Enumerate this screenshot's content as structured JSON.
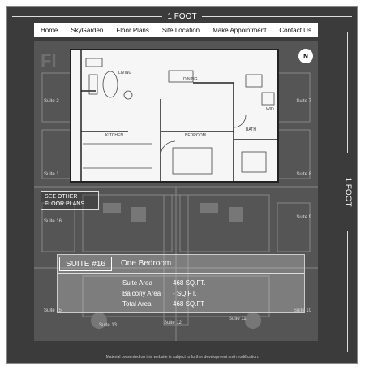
{
  "dimension_top": "1 FOOT",
  "dimension_right": "1 FOOT",
  "nav": {
    "items": [
      "Home",
      "SkyGarden",
      "Floor Plans",
      "Site Location",
      "Make Appointment",
      "Contact Us"
    ]
  },
  "watermark": "FI",
  "compass": "N",
  "plan": {
    "rooms": [
      "LIVING",
      "DINING",
      "KITCHEN",
      "BEDROOM",
      "BATH",
      "W/D"
    ]
  },
  "suites": {
    "left": [
      "Suite 2",
      "Suite 1",
      "Suite 16",
      "Suite 15"
    ],
    "right": [
      "Suite 7",
      "Suite 8",
      "Suite 9",
      "Suite 10"
    ],
    "bottom": [
      "Suite 13",
      "Suite 12",
      "Suite 11"
    ]
  },
  "see_other": "SEE OTHER FLOOR PLANS",
  "info": {
    "suite_no": "SUITE #16",
    "type": "One Bedroom",
    "rows": [
      {
        "k": "Suite Area",
        "v": "468 SQ.FT."
      },
      {
        "k": "Balcony Area",
        "v": "- SQ.FT."
      },
      {
        "k": "Total Area",
        "v": "468 SQ.FT"
      }
    ]
  },
  "disclaimer": "Material presented on this website is subject to further development and modification."
}
